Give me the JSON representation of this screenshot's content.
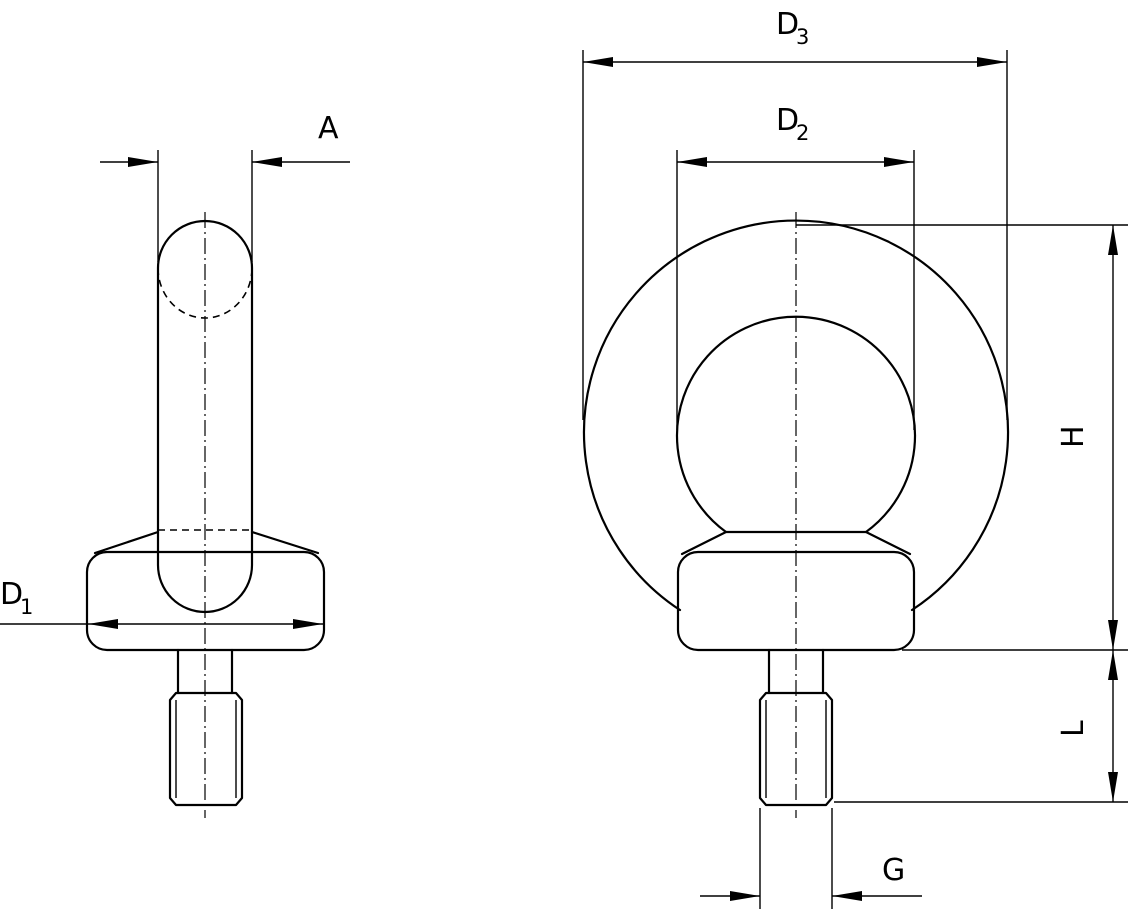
{
  "dimensions": {
    "A": {
      "main": "A",
      "sub": ""
    },
    "D1": {
      "main": "D",
      "sub": "1"
    },
    "D2": {
      "main": "D",
      "sub": "2"
    },
    "D3": {
      "main": "D",
      "sub": "3"
    },
    "H": {
      "main": "H",
      "sub": ""
    },
    "L": {
      "main": "L",
      "sub": ""
    },
    "G": {
      "main": "G",
      "sub": ""
    }
  }
}
